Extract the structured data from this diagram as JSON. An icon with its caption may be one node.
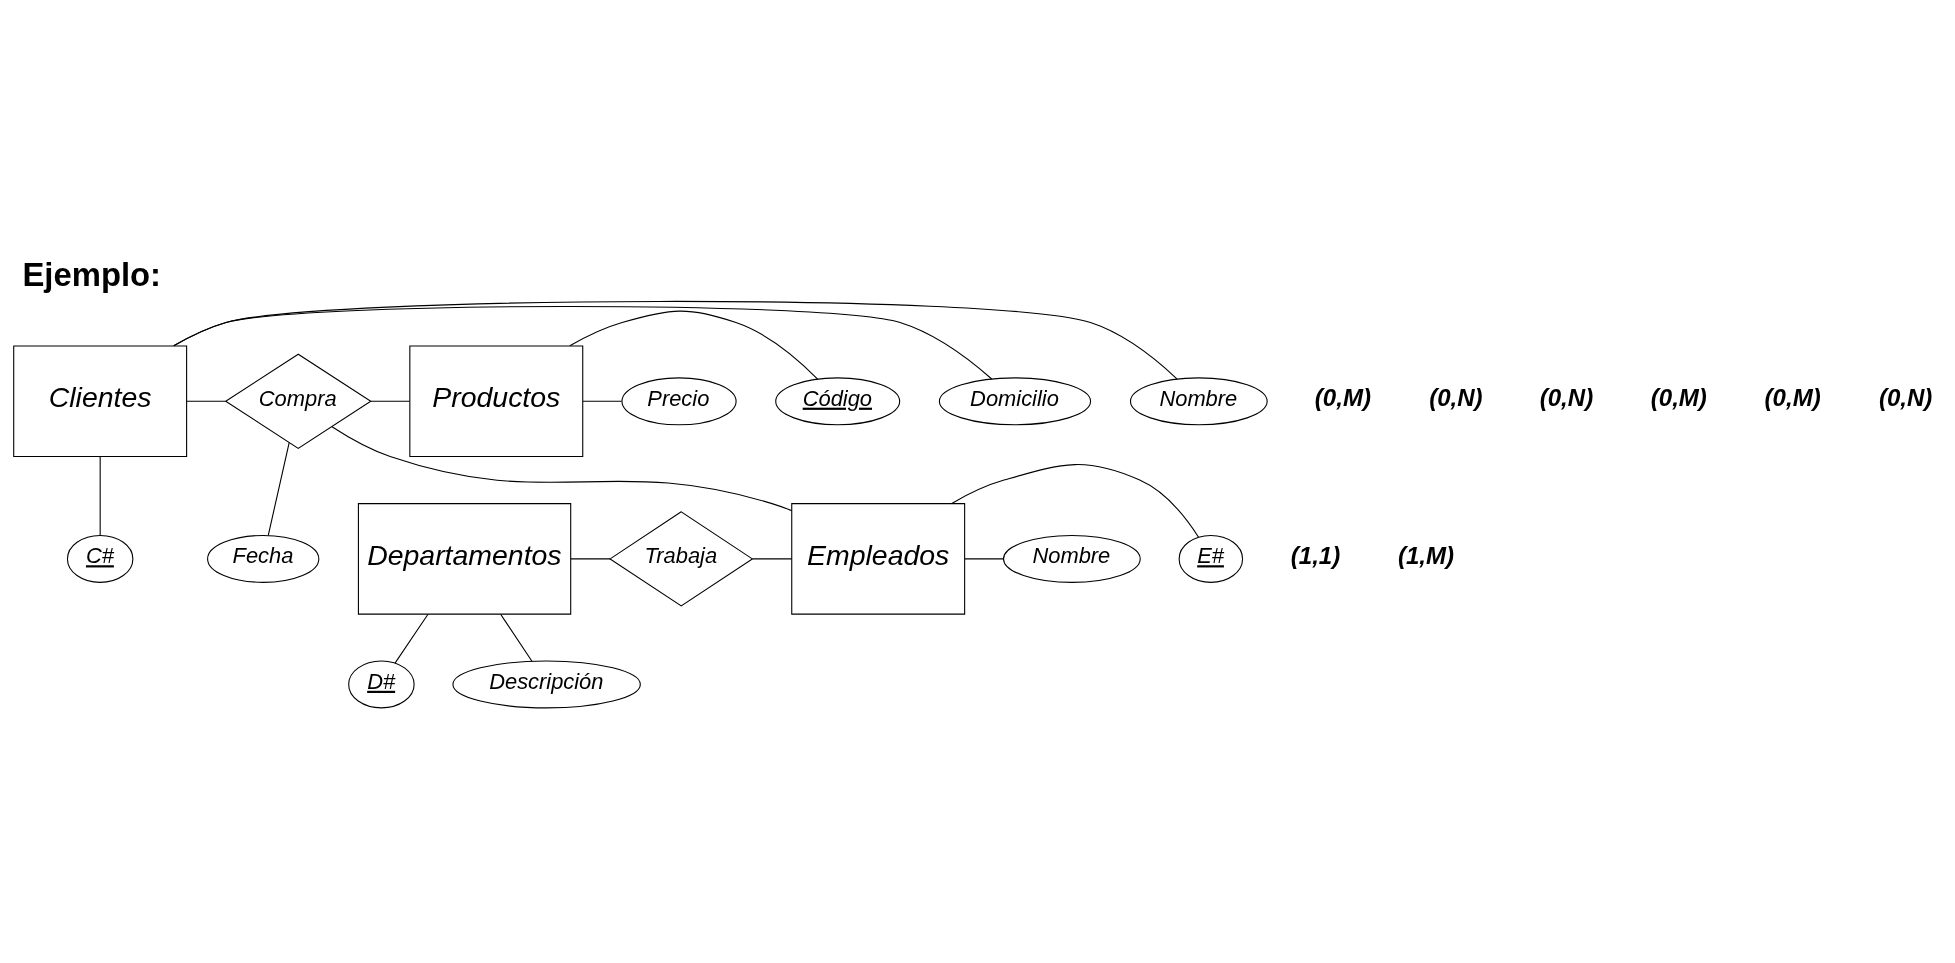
{
  "diagram": {
    "title": "Ejemplo:",
    "nodes": [
      {
        "text": [
          "Clientes"
        ]
      },
      {
        "text": [
          "C#"
        ]
      },
      {
        "text": [
          "Nombre"
        ]
      },
      {
        "text": [
          "Domicilio"
        ]
      },
      {
        "text": [
          "Compra"
        ]
      },
      {
        "text": [
          "Fecha"
        ]
      },
      {
        "text": [
          "Productos"
        ]
      },
      {
        "text": [
          "Código"
        ]
      },
      {
        "text": [
          "Precio"
        ]
      },
      {
        "text": [
          "Empleados"
        ]
      },
      {
        "text": [
          "E#"
        ]
      },
      {
        "text": [
          "Nombre"
        ]
      },
      {
        "text": [
          "Departamentos"
        ]
      },
      {
        "text": [
          "D#"
        ]
      },
      {
        "text": [
          "Descripción"
        ]
      },
      {
        "text": [
          "Trabaja"
        ]
      }
    ],
    "edges": [
      {
        "from": 0,
        "to": 1,
        "arrow": "none"
      },
      {
        "from": 0,
        "to": 2,
        "arrow": "none"
      },
      {
        "from": 0,
        "to": 3,
        "arrow": "none"
      },
      {
        "from": 0,
        "to": 4,
        "arrow": "none"
      },
      {
        "from": 4,
        "to": 5,
        "arrow": "none"
      },
      {
        "from": 4,
        "to": 6,
        "arrow": "none"
      },
      {
        "from": 6,
        "to": 7,
        "arrow": "none"
      },
      {
        "from": 6,
        "to": 8,
        "arrow": "none"
      },
      {
        "from": 4,
        "to": 9,
        "arrow": "none"
      },
      {
        "from": 9,
        "to": 10,
        "arrow": "none"
      },
      {
        "from": 9,
        "to": 11,
        "arrow": "none"
      },
      {
        "from": 12,
        "to": 15,
        "arrow": "none"
      },
      {
        "from": 15,
        "to": 9,
        "arrow": "none"
      },
      {
        "from": 12,
        "to": 13,
        "arrow": "none"
      },
      {
        "from": 12,
        "to": 14,
        "arrow": "none"
      }
    ],
    "labels": [
      "(0,M)",
      "(0,N)",
      "(0,N)",
      "(0,M)",
      "(0,M)",
      "(0,N)",
      "(1,1)",
      "(1,M)"
    ]
  }
}
